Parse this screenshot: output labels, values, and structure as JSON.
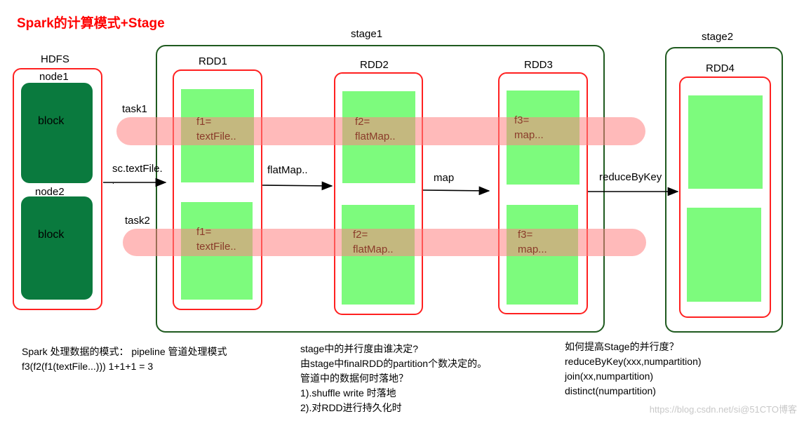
{
  "title": "Spark的计算模式+Stage",
  "hdfs": {
    "label": "HDFS",
    "node1_label": "node1",
    "node2_label": "node2",
    "block1_label": "block",
    "block2_label": "block"
  },
  "stage1": {
    "label": "stage1",
    "rdd1_label": "RDD1",
    "rdd2_label": "RDD2",
    "rdd3_label": "RDD3"
  },
  "stage2": {
    "label": "stage2",
    "rdd4_label": "RDD4"
  },
  "tasks": {
    "task1_label": "task1",
    "task2_label": "task2"
  },
  "functions": {
    "f1": "f1=\ntextFile..",
    "f2": "f2=\nflatMap..",
    "f3": "f3=\nmap..."
  },
  "functions_task2": {
    "f1": "f1=\ntextFile..",
    "f2": "f2=\nflatMap..",
    "f3": "f3=\nmap..."
  },
  "edges": {
    "textfile": "sc.textFile.",
    "flatmap": "flatMap..",
    "map": "map",
    "reducebykey": "reduceByKey"
  },
  "notes": {
    "left_line1": "Spark 处理数据的模式： pipeline 管道处理模式",
    "left_line2": "f3(f2(f1(textFile...)))    1+1+1  =  3",
    "mid_line1": "stage中的并行度由谁决定?",
    "mid_line2": "由stage中finalRDD的partition个数决定的。",
    "mid_line3": "管道中的数据何时落地？",
    "mid_line4": "    1).shuffle write 时落地",
    "mid_line5": "    2).对RDD进行持久化时",
    "right_line1": "如何提高Stage的并行度？",
    "right_line2": "reduceByKey(xxx,numpartition)",
    "right_line3": "join(xx,numpartition)",
    "right_line4": "distinct(numpartition)"
  },
  "watermark": "https://blog.csdn.net/si@51CTO博客",
  "colors": {
    "title": "#ff0000",
    "rdd_border": "#ff2020",
    "stage_border": "#1f5a1f",
    "block_fill": "#0a7a3e",
    "partition_fill": "#7dfb7d",
    "task_band": "#ff8282"
  }
}
